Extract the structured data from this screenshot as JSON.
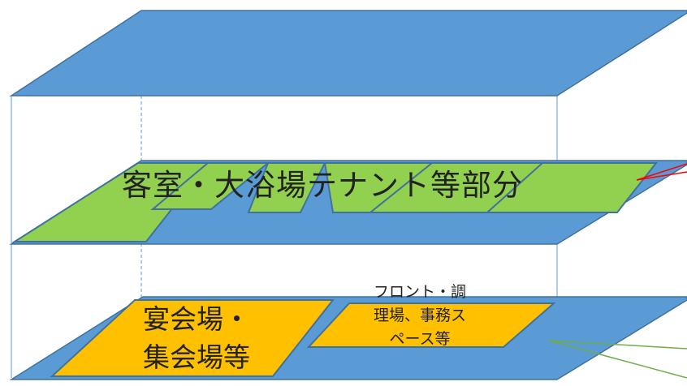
{
  "colors": {
    "slab_blue": "#5b9bd5",
    "slab_edge": "#41719c",
    "guest_green": "#92d050",
    "banquet_orange": "#ffc000",
    "callout_red": "#ff0000",
    "callout_green": "#70ad47",
    "frame_line": "#5b9bd5"
  },
  "labels": {
    "upper_floor": "客室・大浴場テナント等部分",
    "banquet_line1": "宴会場・",
    "banquet_line2": "集会場等",
    "front_line1": "フロント・調",
    "front_line2": "理場、事務ス",
    "front_line3": "ペース等"
  }
}
